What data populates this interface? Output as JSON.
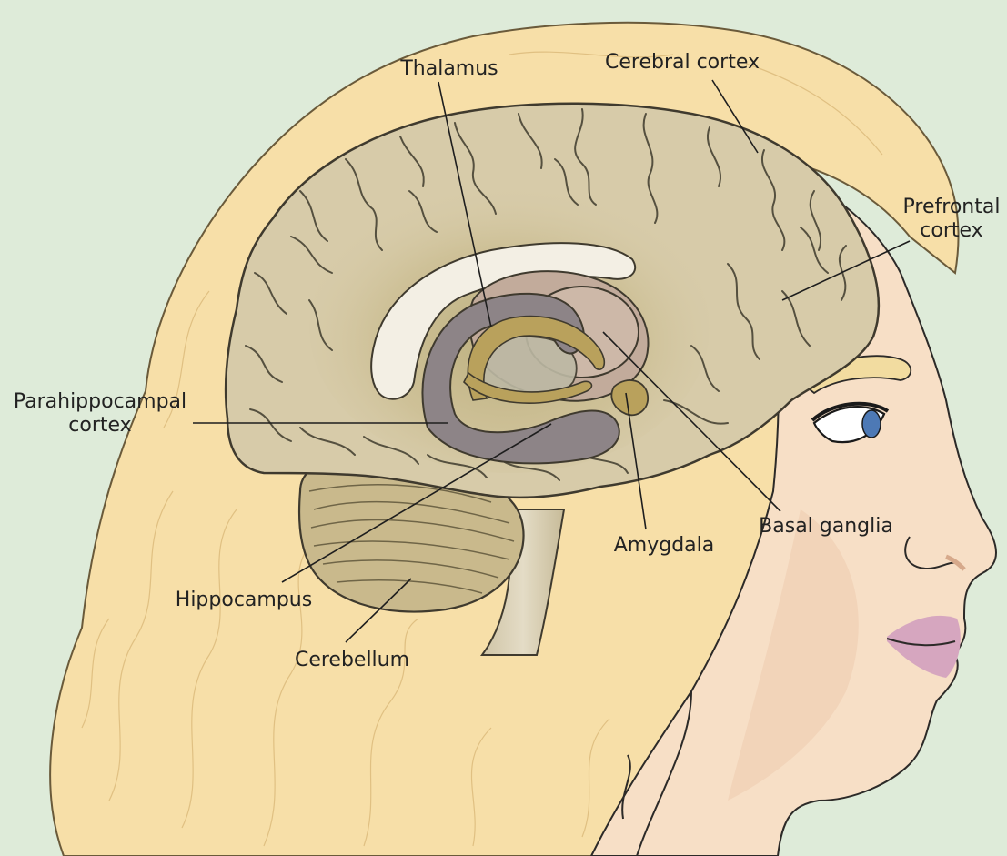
{
  "diagram": {
    "labels": {
      "thalamus": "Thalamus",
      "cerebral_cortex": "Cerebral cortex",
      "prefrontal_line1": "Prefrontal",
      "prefrontal_line2": "cortex",
      "parahippocampal_line1": "Parahippocampal",
      "parahippocampal_line2": "cortex",
      "basal_ganglia": "Basal ganglia",
      "amygdala": "Amygdala",
      "hippocampus": "Hippocampus",
      "cerebellum": "Cerebellum"
    },
    "colors": {
      "background": "#deebd9",
      "hair": "#f7dfa8",
      "skin": "#f7dfc6",
      "brain": "#d7cba9",
      "brain_outline": "#3f3a2e",
      "cerebellum": "#c9b98c",
      "hippocampus": "#8d8487",
      "basal_ganglia": "#c2ab9b",
      "amygdala": "#b9a15c",
      "eye_iris": "#4d79b5",
      "lips": "#d6a6bf"
    }
  }
}
